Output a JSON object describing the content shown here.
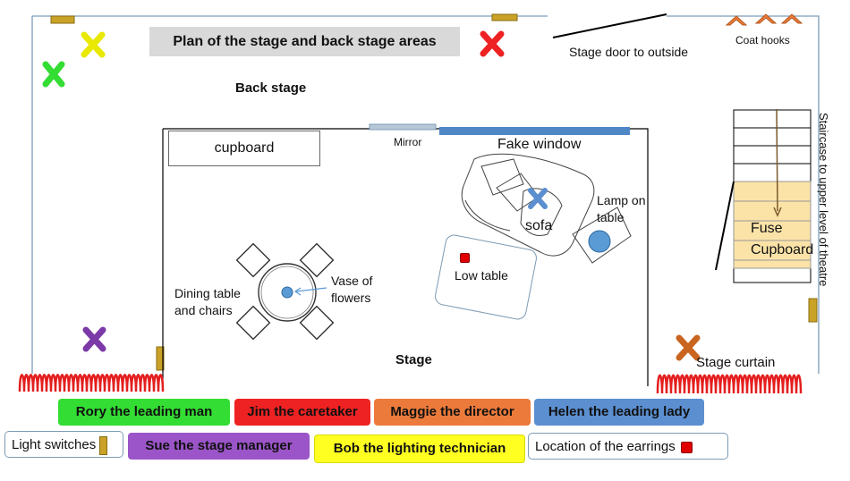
{
  "title": "Plan of the stage and back stage areas",
  "labels": {
    "back_stage": "Back stage",
    "stage": "Stage",
    "cupboard": "cupboard",
    "mirror": "Mirror",
    "fake_window": "Fake window",
    "stage_door": "Stage door to outside",
    "coat_hooks": "Coat hooks",
    "staircase": "Staircase to upper level of theatre",
    "fuse_line1": "Fuse",
    "fuse_line2": "Cupboard",
    "lamp_line1": "Lamp on",
    "lamp_line2": "table",
    "sofa": "sofa",
    "low_table": "Low table",
    "vase_line1": "Vase of",
    "vase_line2": "flowers",
    "dining_line1": "Dining table",
    "dining_line2": "and chairs",
    "stage_curtain": "Stage curtain"
  },
  "legend": {
    "rory": "Rory the leading man",
    "jim": "Jim the caretaker",
    "maggie": "Maggie the director",
    "helen": "Helen the leading lady",
    "light_switches": "Light switches",
    "sue": "Sue the stage manager",
    "bob": "Bob the lighting technician",
    "earrings": "Location of the earrings"
  },
  "colors": {
    "rory": "#33dd33",
    "jim": "#ee2222",
    "maggie": "#ec7a3a",
    "helen": "#5b8fd0",
    "sue": "#9b55c9",
    "bob": "#ffff22",
    "light_switch": "#c9a227",
    "earrings": "#e00000",
    "fuse_cupboard": "#fbe3a8",
    "curtain": "#e41e1e",
    "fake_window": "#4f86c6",
    "mirror": "#b7c7d8",
    "vase": "#5b9bd5"
  }
}
